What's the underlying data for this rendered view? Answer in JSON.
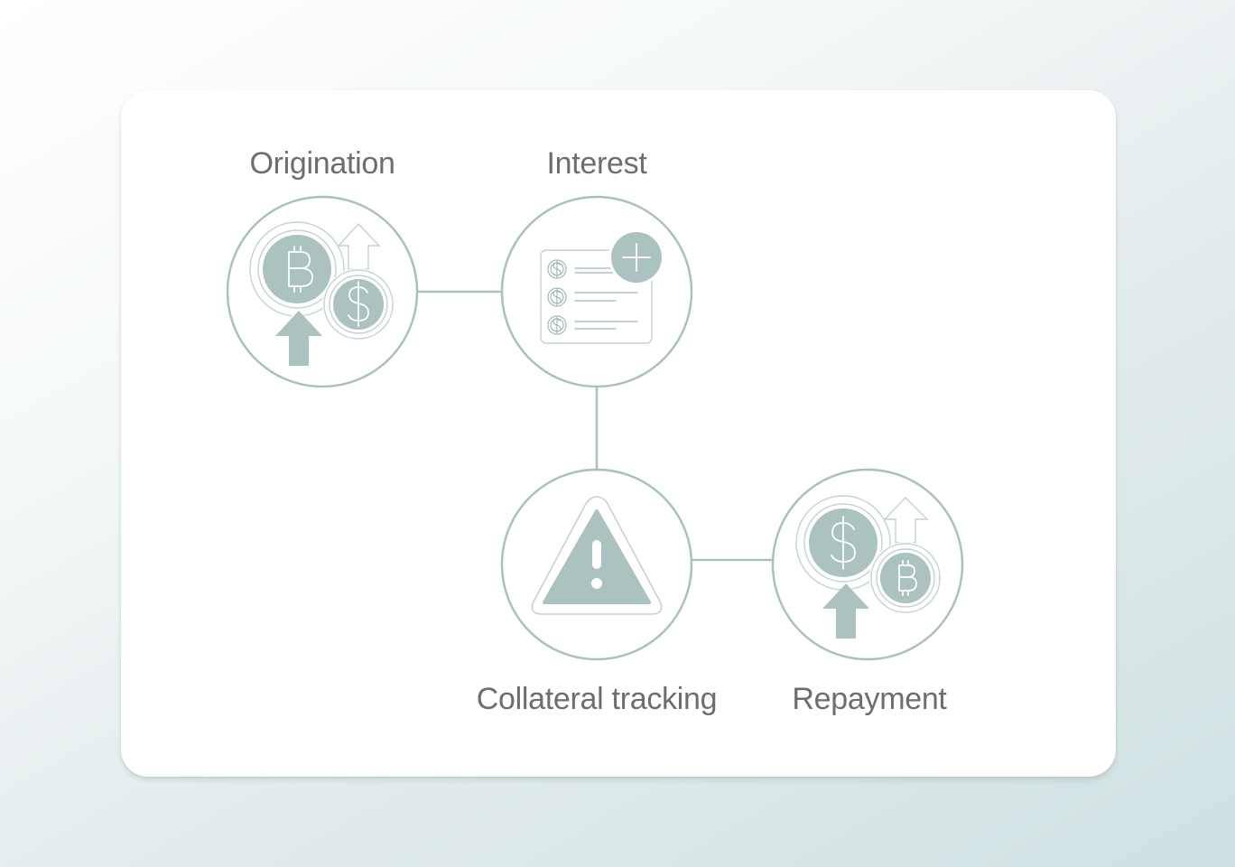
{
  "steps": {
    "origination": {
      "label": "Origination",
      "icon": "bitcoin-dollar-coins-up-icon"
    },
    "interest": {
      "label": "Interest",
      "icon": "ledger-plus-icon"
    },
    "collateral": {
      "label": "Collateral tracking",
      "icon": "warning-triangle-icon"
    },
    "repayment": {
      "label": "Repayment",
      "icon": "dollar-bitcoin-coins-up-icon"
    }
  },
  "colors": {
    "accent": "#abc2c1",
    "ring": "#a9c0c0",
    "label": "#6b6e70",
    "card": "#ffffff"
  }
}
